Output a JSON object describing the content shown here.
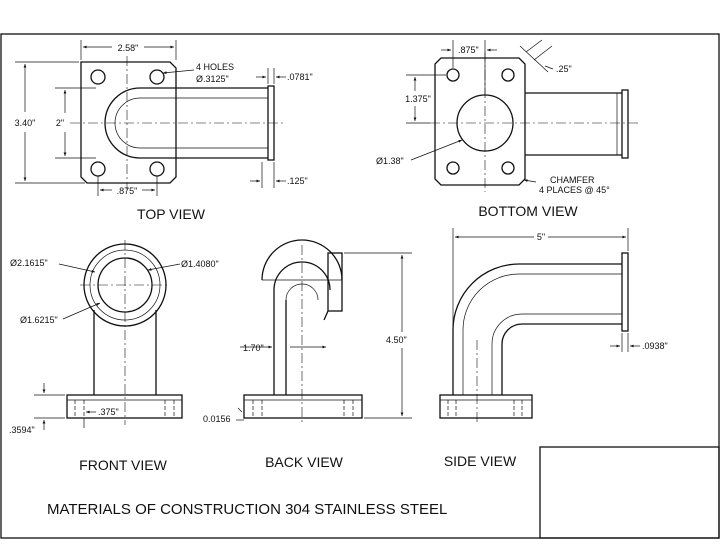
{
  "drawing": {
    "views": {
      "top": "TOP VIEW",
      "bottom": "BOTTOM VIEW",
      "front": "FRONT VIEW",
      "back": "BACK VIEW",
      "side": "SIDE VIEW"
    },
    "materials_note": "MATERIALS OF CONSTRUCTION 304 STAINLESS STEEL",
    "top_view": {
      "width": "2.58\"",
      "height": "3.40\"",
      "inner_height": "2\"",
      "holes_label": "4 HOLES",
      "holes_dia": "Ø.3125\"",
      "flange_thk": ".0781\"",
      "flange_gap": ".125\"",
      "hole_spacing": ".875\""
    },
    "bottom_view": {
      "hole_spacing": ".875\"",
      "offset": "1.375\"",
      "chamfer_size": ".25\"",
      "bore_dia": "Ø1.38\"",
      "chamfer_label": "CHAMFER",
      "chamfer_places": "4 PLACES @ 45°"
    },
    "front_view": {
      "outer_dia": "Ø2.1615\"",
      "tube_dia": "Ø1.4080\"",
      "inner_dia": "Ø1.6215\"",
      "base_thk": ".3594\"",
      "hole_width": ".375\""
    },
    "back_view": {
      "center_height": "1.70\"",
      "overall_height": "4.50\"",
      "base_gap": "0.0156"
    },
    "side_view": {
      "length": "5\"",
      "flange_thk": ".0938\""
    }
  }
}
